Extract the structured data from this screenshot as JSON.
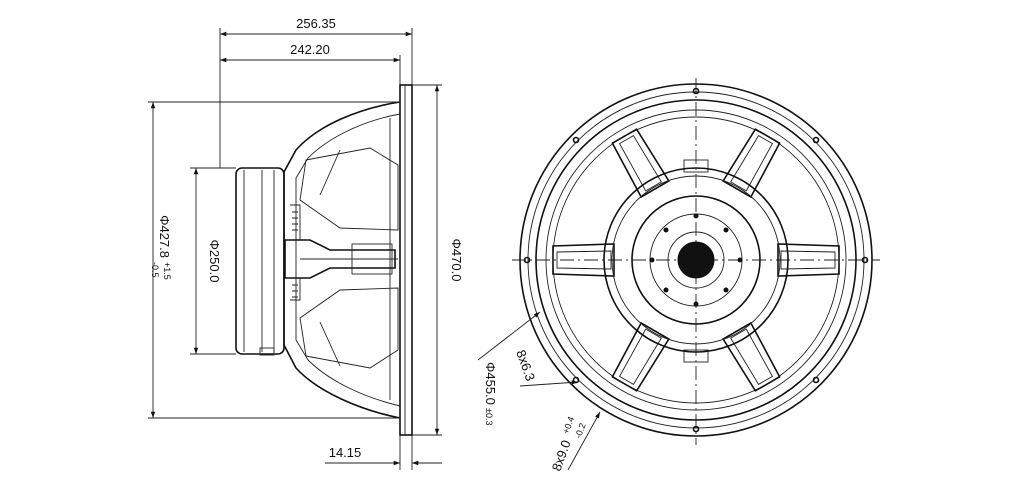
{
  "side_view": {
    "dim_overall_depth": "256.35",
    "dim_depth_to_flange": "242.20",
    "dim_flange_thickness": "14.15",
    "dim_magnet_diameter": "Φ250.0",
    "dim_basket_diameter": "Φ427.8",
    "dim_basket_tol_upper": "+1.5",
    "dim_basket_tol_lower": "-0.5",
    "dim_frame_diameter": "Φ470.0"
  },
  "front_view": {
    "dim_bolt_circle": "Φ455.0",
    "dim_bolt_circle_tol": "±0.3",
    "dim_slot_holes": "8x6.3",
    "dim_mount_holes": "8x9.0",
    "dim_mount_holes_tol_upper": "+0.4",
    "dim_mount_holes_tol_lower": "-0.2"
  }
}
